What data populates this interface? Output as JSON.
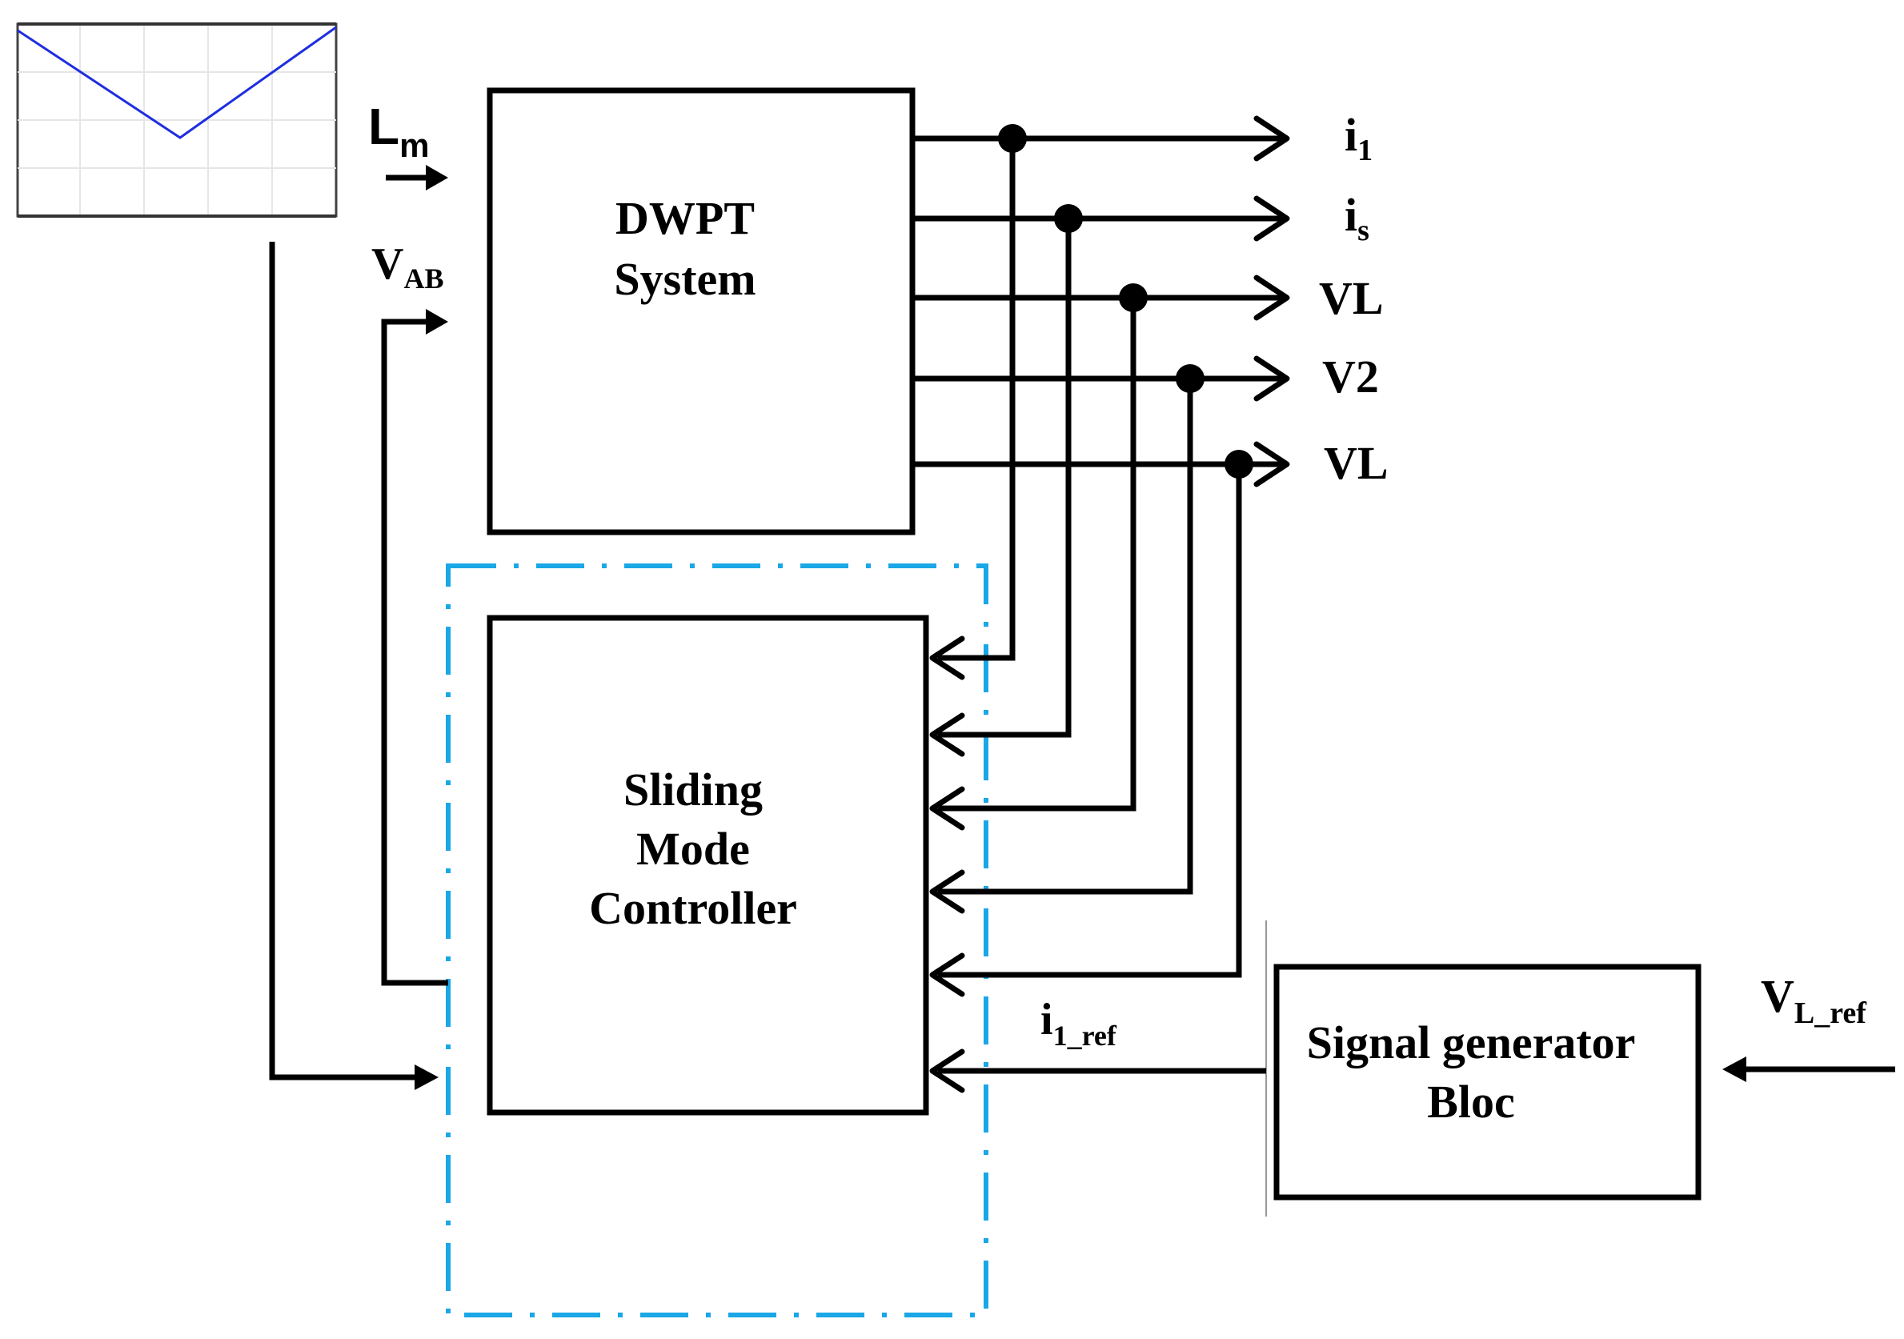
{
  "blocks": {
    "dwpt": {
      "line1": "DWPT",
      "line2": "System"
    },
    "smc": {
      "line1": "Sliding",
      "line2": "Mode",
      "line3": "Controller"
    },
    "siggen": {
      "line1": "Signal generator",
      "line2": "Bloc"
    }
  },
  "inputs": {
    "lm": {
      "main": "L",
      "sub": "m"
    },
    "vab": {
      "main": "V",
      "sub": "AB"
    },
    "vlref": {
      "main": "V",
      "sub": "L_ref"
    },
    "i1ref": {
      "main": "i",
      "sub": "1_ref"
    }
  },
  "outputs": [
    {
      "main": "i",
      "sub": "1"
    },
    {
      "main": "i",
      "sub": "s"
    },
    {
      "main": "VL",
      "sub": ""
    },
    {
      "main": "V2",
      "sub": ""
    },
    {
      "main": "VL",
      "sub": ""
    }
  ],
  "colors": {
    "line": "#000000",
    "dashed_region": "#1aa7e6",
    "profile_curve": "#1f2ee0",
    "grid": "#e6e6e6"
  }
}
